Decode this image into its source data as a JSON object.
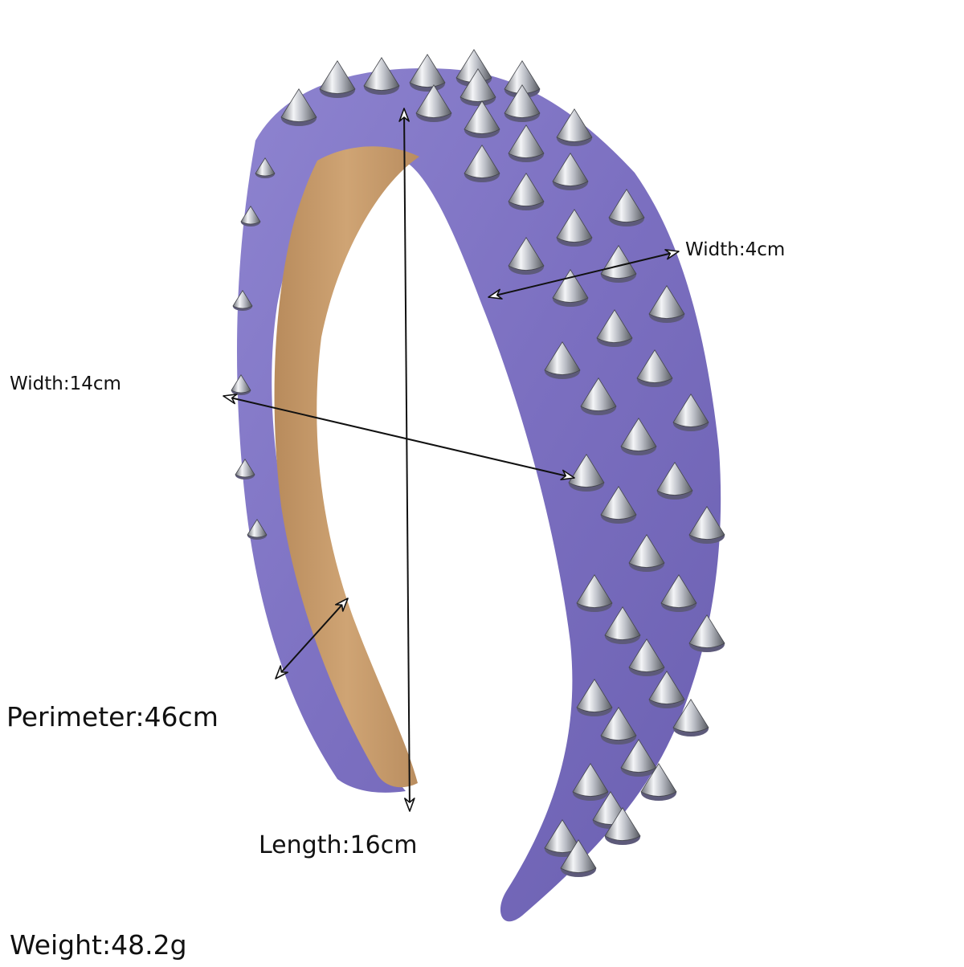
{
  "product": {
    "band_color": "#7b6fc0",
    "lining_color": "#c49a6a",
    "stud_color": "#c9ccd2"
  },
  "dimensions": {
    "width_band": "Width:4cm",
    "width_span": "Width:14cm",
    "perimeter": "Perimeter:46cm",
    "length": "Length:16cm",
    "weight": "Weight:48.2g"
  }
}
